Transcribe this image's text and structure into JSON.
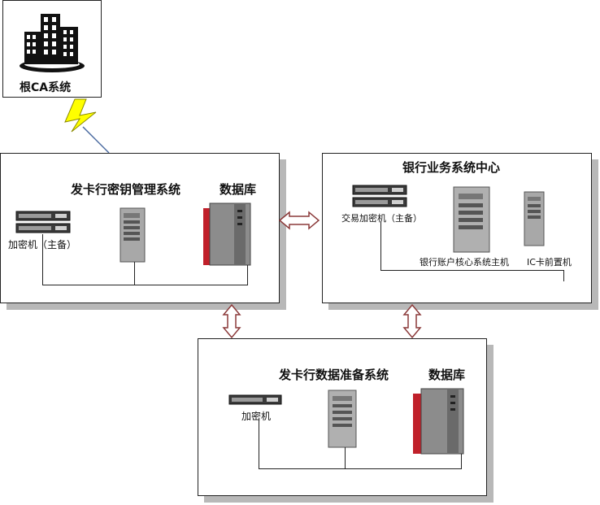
{
  "root_ca": {
    "label": "根CA系统",
    "icon": "office-building-icon"
  },
  "kms": {
    "title": "发卡行密钥管理系统",
    "db_label": "数据库",
    "hsm_label": "加密机（主备）"
  },
  "bank": {
    "title": "银行业务系统中心",
    "hsm_label": "交易加密机（主备）",
    "core_label": "银行账户核心系统主机",
    "ic_label": "IC卡前置机"
  },
  "prep": {
    "title": "发卡行数据准备系统",
    "db_label": "数据库",
    "hsm_label": "加密机"
  },
  "colors": {
    "lightning": "#ffff00",
    "arrow": "#8b3a3a",
    "db_red": "#c0202a",
    "shadow": "#b8b8b8"
  }
}
